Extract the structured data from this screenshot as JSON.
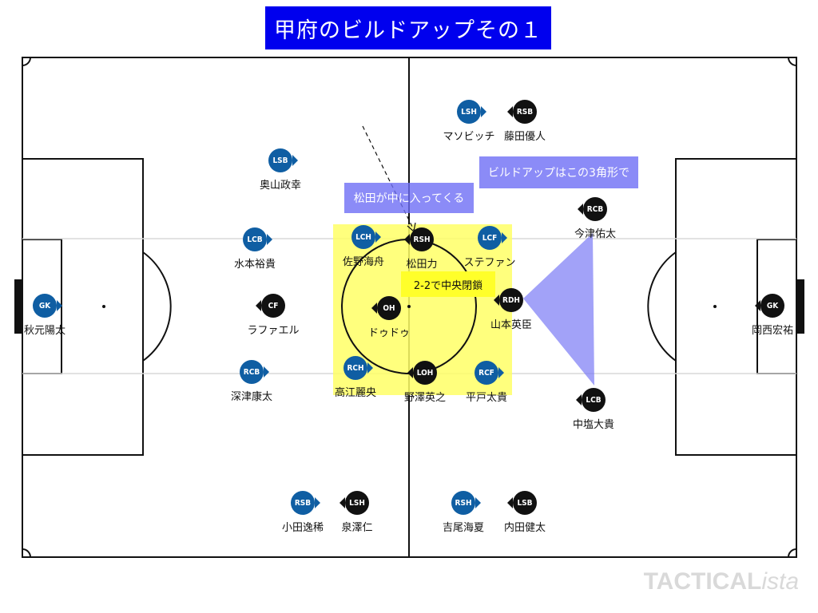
{
  "title": "甲府のビルドアップその１",
  "callouts": {
    "matsuda": "松田が中に入ってくる",
    "triangle": "ビルドアップはこの3角形で",
    "center_lock": "2-2で中央閉鎖"
  },
  "watermark": {
    "main": "TACTICAL",
    "italic": "ista"
  },
  "colors": {
    "blue_team": "#0f5ea3",
    "black_team": "#111111",
    "zone": "#ffff66",
    "triangle": "#7b7bf5"
  },
  "players": {
    "blue": [
      {
        "pos": "GK",
        "name": "秋元陽太"
      },
      {
        "pos": "LSB",
        "name": "奥山政幸"
      },
      {
        "pos": "LCB",
        "name": "水本裕貴"
      },
      {
        "pos": "RCB",
        "name": "深津康太"
      },
      {
        "pos": "RSB",
        "name": "小田逸稀"
      },
      {
        "pos": "LCH",
        "name": "佐野海舟"
      },
      {
        "pos": "RCH",
        "name": "高江麗央"
      },
      {
        "pos": "LCF",
        "name": "ステファン"
      },
      {
        "pos": "RCF",
        "name": "平戸太貴"
      },
      {
        "pos": "LSH",
        "name": "マソビッチ"
      },
      {
        "pos": "RSH",
        "name": "吉尾海夏"
      }
    ],
    "black": [
      {
        "pos": "GK",
        "name": "岡西宏祐"
      },
      {
        "pos": "RSB",
        "name": "藤田優人"
      },
      {
        "pos": "RCB",
        "name": "今津佑太"
      },
      {
        "pos": "LCB",
        "name": "中塩大貴"
      },
      {
        "pos": "LSB",
        "name": "内田健太"
      },
      {
        "pos": "RSH",
        "name": "松田力"
      },
      {
        "pos": "LSH",
        "name": "泉澤仁"
      },
      {
        "pos": "OH",
        "name": "ドゥドゥ"
      },
      {
        "pos": "LOH",
        "name": "野澤英之"
      },
      {
        "pos": "RDH",
        "name": "山本英臣"
      },
      {
        "pos": "CF",
        "name": "ラファエル"
      }
    ]
  }
}
